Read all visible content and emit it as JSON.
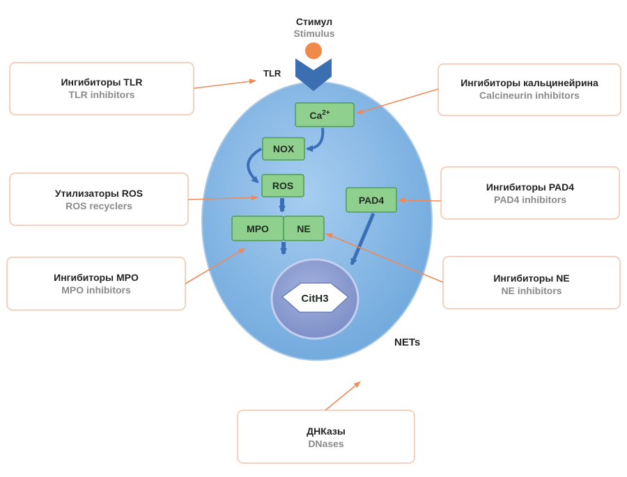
{
  "stimulus": {
    "ru": "Стимул",
    "en": "Stimulus"
  },
  "receptor_label": "TLR",
  "nets_label": "NETs",
  "nodes": {
    "ca": "Ca",
    "ca_sup": "2+",
    "nox": "NOX",
    "ros": "ROS",
    "mpo": "MPO",
    "ne": "NE",
    "pad4": "PAD4",
    "cith3": "CitH3"
  },
  "inhibitors": {
    "tlr": {
      "ru": "Ингибиторы TLR",
      "en": "TLR inhibitors"
    },
    "ros": {
      "ru": "Утилизаторы ROS",
      "en": "ROS recyclers"
    },
    "mpo": {
      "ru": "Ингибиторы MPO",
      "en": "MPO inhibitors"
    },
    "calcineurin": {
      "ru": "Ингибиторы кальцинейрина",
      "en": "Calcineurin inhibitors"
    },
    "pad4": {
      "ru": "Ингибиторы PAD4",
      "en": "PAD4 inhibitors"
    },
    "ne": {
      "ru": "Ингибиторы NE",
      "en": "NE inhibitors"
    },
    "dnase": {
      "ru": "ДНКазы",
      "en": "DNases"
    }
  },
  "colors": {
    "cell_fill": "#7fb4e0",
    "nucleus_fill": "#8a9bd0",
    "node_fill": "#8fd08f",
    "flow_arrow": "#3a6fb5",
    "inhibitor_arrow": "#ee8a5a",
    "stimulus": "#f08a48",
    "receptor": "#3c6fb2"
  }
}
